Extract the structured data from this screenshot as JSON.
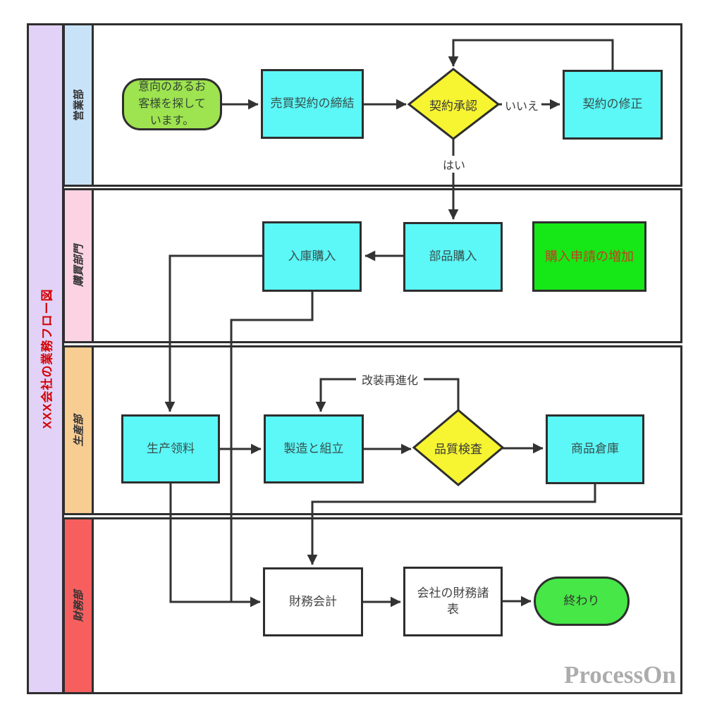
{
  "title": "XXX会社の業務フロー図",
  "watermark": "ProcessOn",
  "lanes": [
    {
      "label": "営業部",
      "color": "#c8e3f8"
    },
    {
      "label": "購買部門",
      "color": "#fbd3e2"
    },
    {
      "label": "生産部",
      "color": "#f8cd92"
    },
    {
      "label": "財務部",
      "color": "#f75f5f"
    }
  ],
  "nodes": {
    "start": {
      "label": "意向のあるお客様を探しています。",
      "type": "start",
      "color": "#9ee350"
    },
    "contract_sign": {
      "label": "売買契約の締結",
      "type": "process",
      "color": "#5cf7f7"
    },
    "contract_approval": {
      "label": "契約承認",
      "type": "decision",
      "color": "#f7f431"
    },
    "contract_fix": {
      "label": "契約の修正",
      "type": "process",
      "color": "#5cf7f7"
    },
    "parts_purchase": {
      "label": "部品購入",
      "type": "process",
      "color": "#5cf7f7"
    },
    "stock_purchase": {
      "label": "入庫購入",
      "type": "process",
      "color": "#5cf7f7"
    },
    "request_increase": {
      "label": "購入申請の増加",
      "type": "process",
      "color": "#16e716",
      "text_color": "#c13e1e"
    },
    "production_pick": {
      "label": "生产领料",
      "type": "process",
      "color": "#5cf7f7"
    },
    "manufacture": {
      "label": "製造と組立",
      "type": "process",
      "color": "#5cf7f7"
    },
    "quality_check": {
      "label": "品質検査",
      "type": "decision",
      "color": "#f7f431"
    },
    "product_warehouse": {
      "label": "商品倉庫",
      "type": "process",
      "color": "#5cf7f7"
    },
    "fin_accounting": {
      "label": "財務会計",
      "type": "process",
      "color": "#ffffff"
    },
    "fin_statements": {
      "label": "会社の財務諸表",
      "type": "process",
      "color": "#ffffff"
    },
    "end": {
      "label": "終わり",
      "type": "end",
      "color": "#46e746"
    }
  },
  "edge_labels": {
    "yes": "はい",
    "no": "いいえ",
    "rework": "改装再進化"
  },
  "edges": [
    {
      "from": "start",
      "to": "contract_sign"
    },
    {
      "from": "contract_sign",
      "to": "contract_approval"
    },
    {
      "from": "contract_approval",
      "to": "contract_fix",
      "label": "いいえ"
    },
    {
      "from": "contract_fix",
      "to": "contract_approval"
    },
    {
      "from": "contract_approval",
      "to": "parts_purchase",
      "label": "はい"
    },
    {
      "from": "parts_purchase",
      "to": "stock_purchase"
    },
    {
      "from": "stock_purchase",
      "to": "production_pick"
    },
    {
      "from": "stock_purchase",
      "to": "fin_accounting"
    },
    {
      "from": "production_pick",
      "to": "manufacture"
    },
    {
      "from": "production_pick",
      "to": "fin_accounting"
    },
    {
      "from": "manufacture",
      "to": "quality_check"
    },
    {
      "from": "quality_check",
      "to": "manufacture",
      "label": "改装再進化"
    },
    {
      "from": "quality_check",
      "to": "product_warehouse"
    },
    {
      "from": "product_warehouse",
      "to": "fin_accounting"
    },
    {
      "from": "fin_accounting",
      "to": "fin_statements"
    },
    {
      "from": "fin_statements",
      "to": "end"
    }
  ]
}
